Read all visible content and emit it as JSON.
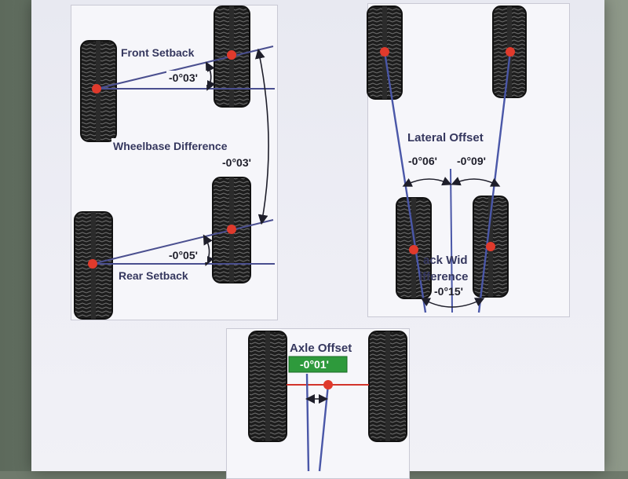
{
  "setback_panel": {
    "front_label": "Front Setback",
    "front_value": "-0°03'",
    "wheelbase_label": "Wheelbase Difference",
    "wheelbase_value": "-0°03'",
    "rear_value": "-0°05'",
    "rear_label": "Rear Setback"
  },
  "offset_panel": {
    "lateral_label": "Lateral Offset",
    "left_value": "-0°06'",
    "right_value": "-0°09'",
    "track_label_line1": "ack Wid",
    "track_label_line2": "ifference",
    "track_value": "-0°15'"
  },
  "axle_panel": {
    "label": "Axle Offset",
    "value": "-0°01'",
    "value_badge_color": "#2e9a3c"
  },
  "colors": {
    "tire": "#1d1d1d",
    "tread": "#5a5a5a",
    "line_blue": "#4a57a8",
    "line_red": "#d2342a",
    "dot_red": "#e03a2c",
    "text": "#35375e"
  }
}
